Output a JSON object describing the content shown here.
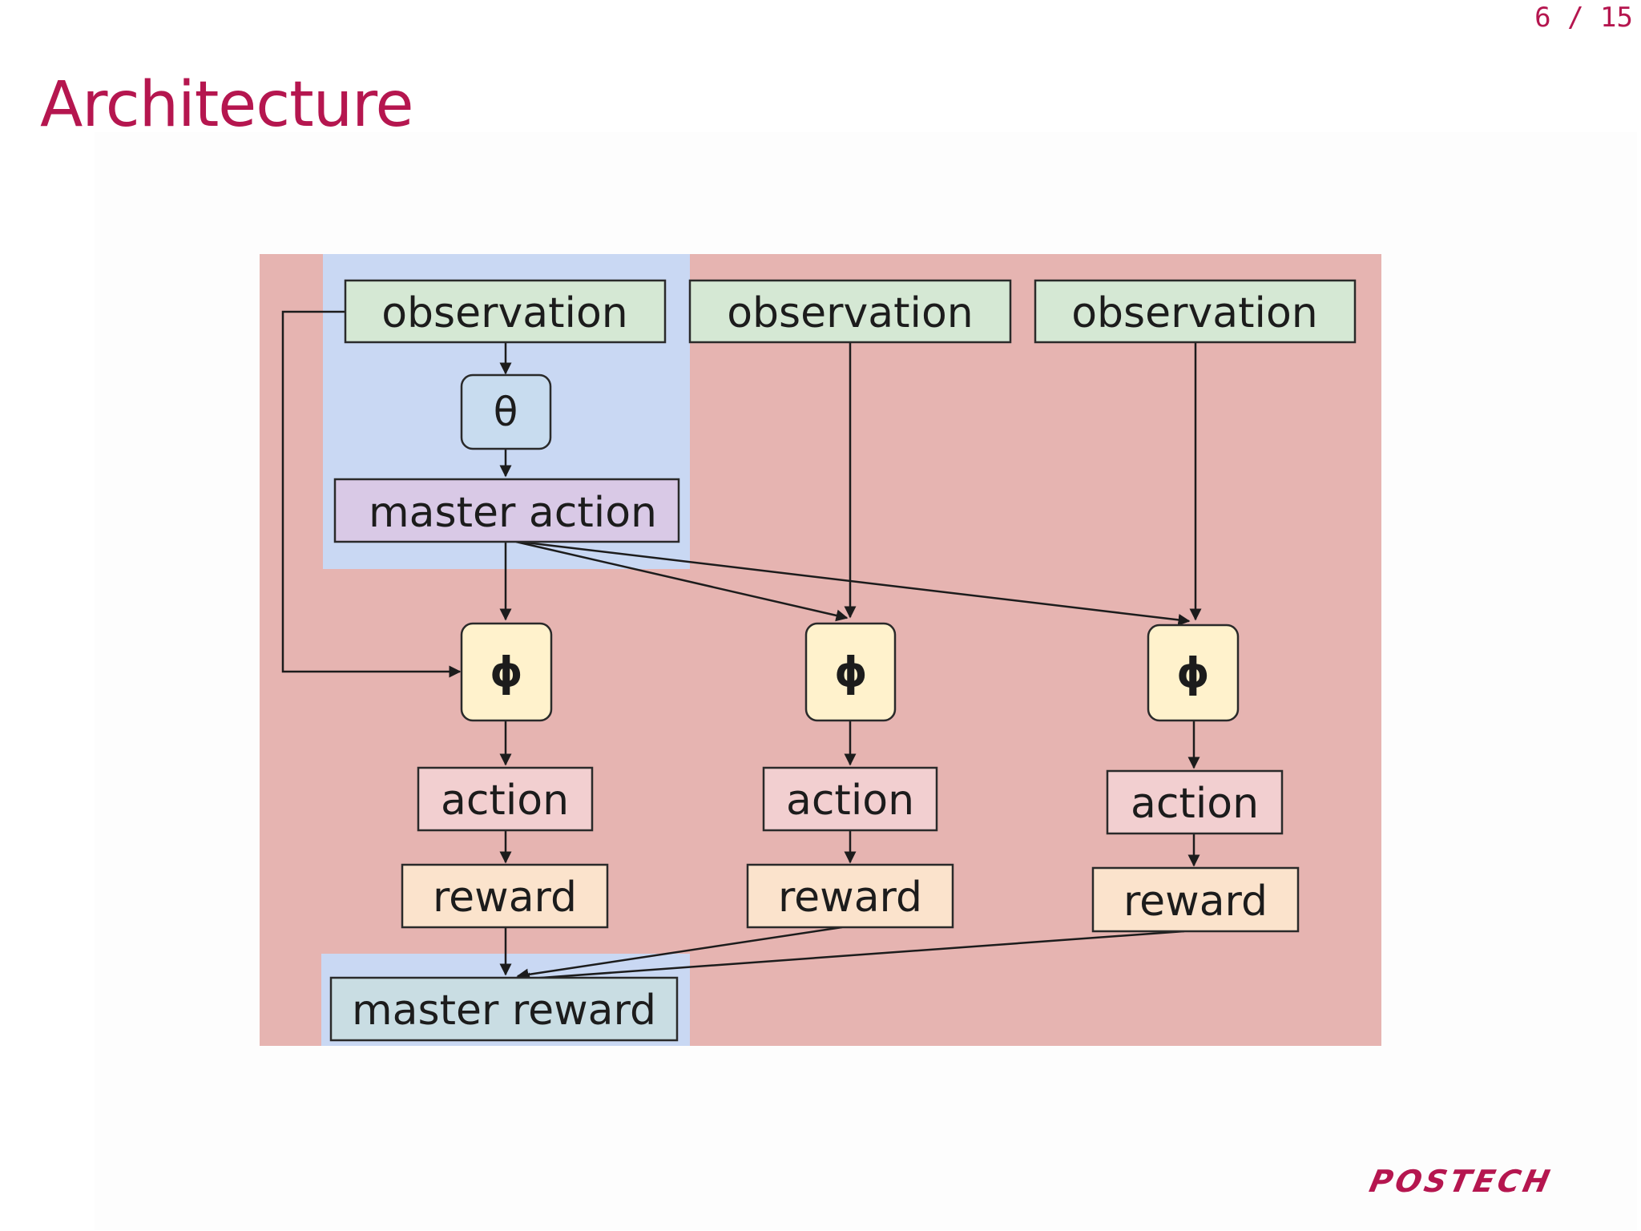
{
  "slide": {
    "page_number": "6 / 15",
    "title": "Architecture",
    "logo_text": "POSTECH"
  },
  "diagram": {
    "nodes": {
      "obs1": "observation",
      "obs2": "observation",
      "obs3": "observation",
      "theta": "θ",
      "master_action": "master action",
      "phi1": "ϕ",
      "phi2": "ϕ",
      "phi3": "ϕ",
      "action1": "action",
      "action2": "action",
      "action3": "action",
      "reward1": "reward",
      "reward2": "reward",
      "reward3": "reward",
      "master_reward": "master reward"
    },
    "edges": [
      [
        "obs1",
        "theta"
      ],
      [
        "theta",
        "master_action"
      ],
      [
        "obs1",
        "phi1"
      ],
      [
        "master_action",
        "phi1"
      ],
      [
        "master_action",
        "phi2"
      ],
      [
        "master_action",
        "phi3"
      ],
      [
        "obs2",
        "phi2"
      ],
      [
        "obs3",
        "phi3"
      ],
      [
        "phi1",
        "action1"
      ],
      [
        "phi2",
        "action2"
      ],
      [
        "phi3",
        "action3"
      ],
      [
        "action1",
        "reward1"
      ],
      [
        "action2",
        "reward2"
      ],
      [
        "action3",
        "reward3"
      ],
      [
        "reward1",
        "master_reward"
      ],
      [
        "reward2",
        "master_reward"
      ],
      [
        "reward3",
        "master_reward"
      ]
    ],
    "colors": {
      "outer_region": "#e6b4b1",
      "master_region": "#c9d8f3",
      "observation": "#d5e8d4",
      "theta": "#c8dcef",
      "master_action": "#d9c9e6",
      "phi": "#fff2cc",
      "action": "#f2cfd0",
      "reward": "#fbe3cc",
      "master_reward": "#c9dde3",
      "title_accent": "#b5164f"
    }
  }
}
